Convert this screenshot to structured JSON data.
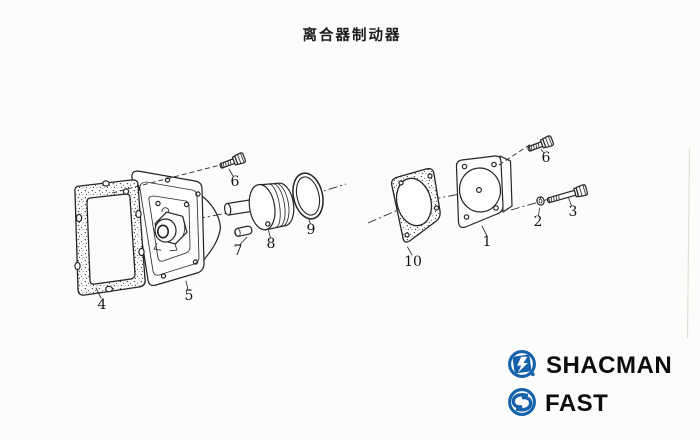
{
  "page": {
    "background": "#fcfcfa"
  },
  "header": {
    "title": "离合器制动器"
  },
  "diagram": {
    "callouts": [
      {
        "part": "1"
      },
      {
        "part": "2"
      },
      {
        "part": "3"
      },
      {
        "part": "4"
      },
      {
        "part": "5"
      },
      {
        "part": "6"
      },
      {
        "part": "6"
      },
      {
        "part": "7"
      },
      {
        "part": "8"
      },
      {
        "part": "9"
      },
      {
        "part": "10"
      }
    ]
  },
  "branding": {
    "logo_color": "#1561AC",
    "shacman": {
      "label": "SHACMAN"
    },
    "fast": {
      "label": "FAST"
    }
  }
}
